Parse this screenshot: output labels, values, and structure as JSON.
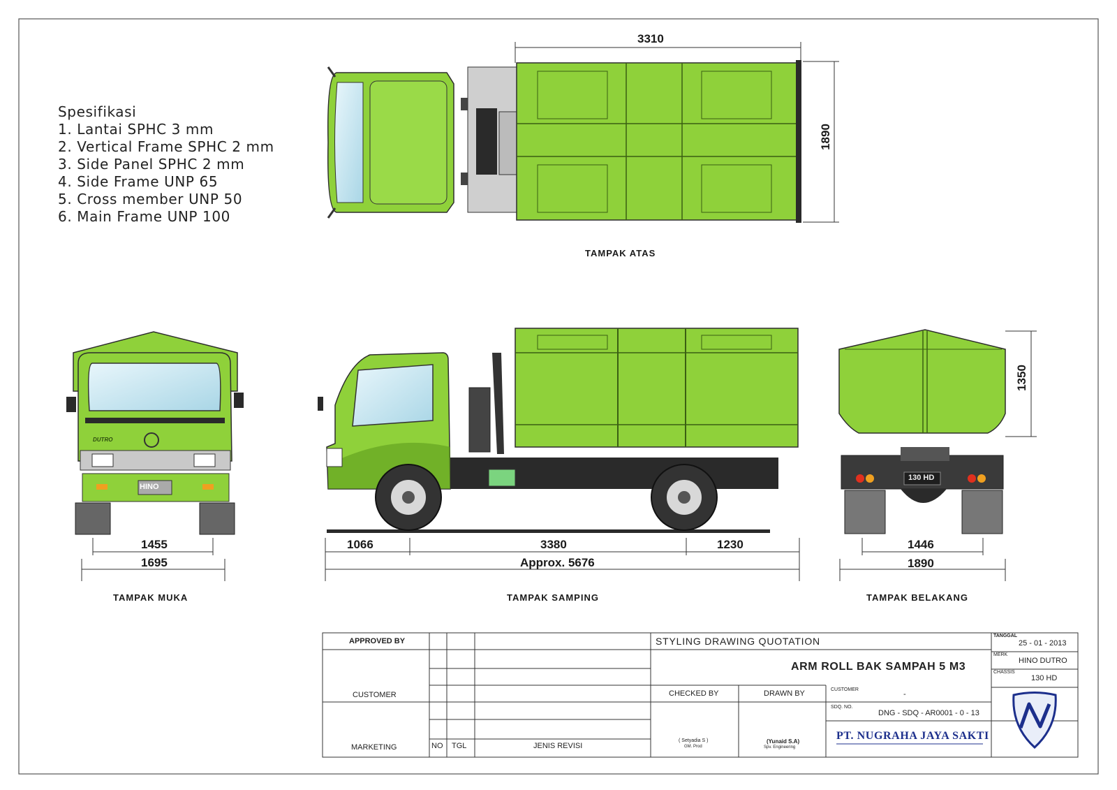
{
  "specs": {
    "heading": "Spesifikasi",
    "items": [
      "1. Lantai SPHC 3 mm",
      "2. Vertical Frame SPHC 2 mm",
      "3. Side Panel SPHC 2 mm",
      "4. Side Frame UNP 65",
      "5. Cross member UNP 50",
      "6. Main Frame UNP 100"
    ]
  },
  "views": {
    "top": "TAMPAK ATAS",
    "front": "TAMPAK  MUKA",
    "side": "TAMPAK SAMPING",
    "rear": "TAMPAK  BELAKANG"
  },
  "dimensions": {
    "top_length": "3310",
    "top_width": "1890",
    "front_track": "1455",
    "front_width": "1695",
    "side_front_overhang": "1066",
    "side_wheelbase": "3380",
    "side_rear_overhang": "1230",
    "side_total": "Approx. 5676",
    "rear_track": "1446",
    "rear_width": "1890",
    "rear_height": "1350"
  },
  "plates": {
    "rear_plate": "130 HD",
    "front_logo": "HINO",
    "front_badge": "DUTRO"
  },
  "title_block": {
    "approved_by": "APPROVED BY",
    "customer": "CUSTOMER",
    "marketing": "MARKETING",
    "no": "NO",
    "tgl": "TGL",
    "jenis_revisi": "JENIS REVISI",
    "styling": "STYLING DRAWING QUOTATION",
    "main_title": "ARM ROLL BAK SAMPAH 5 M3",
    "checked_by": "CHECKED BY",
    "drawn_by": "DRAWN BY",
    "checker_name": "( Setyadia S )",
    "checker_role": "GM. Prod",
    "drawer_name": "(Yunaid S.A)",
    "drawer_role": "Spv. Engineering",
    "tanggal_label": "TANGGAL",
    "tanggal": "25 - 01 - 2013",
    "merk_label": "MERK",
    "merk": "HINO DUTRO",
    "chassis_label": "CHASSIS",
    "chassis": "130 HD",
    "customer_label": "CUSTOMER",
    "customer_value": "-",
    "sdq_label": "SDQ. NO.",
    "sdq": "DNG - SDQ - AR0001 - 0 - 13",
    "company": "PT. NUGRAHA JAYA SAKTI"
  },
  "colors": {
    "body_green": "#8fd13a",
    "dark_green": "#5e9b1c",
    "chassis": "#2a2a2a",
    "line": "#333333",
    "company_blue": "#1c2f8c"
  }
}
